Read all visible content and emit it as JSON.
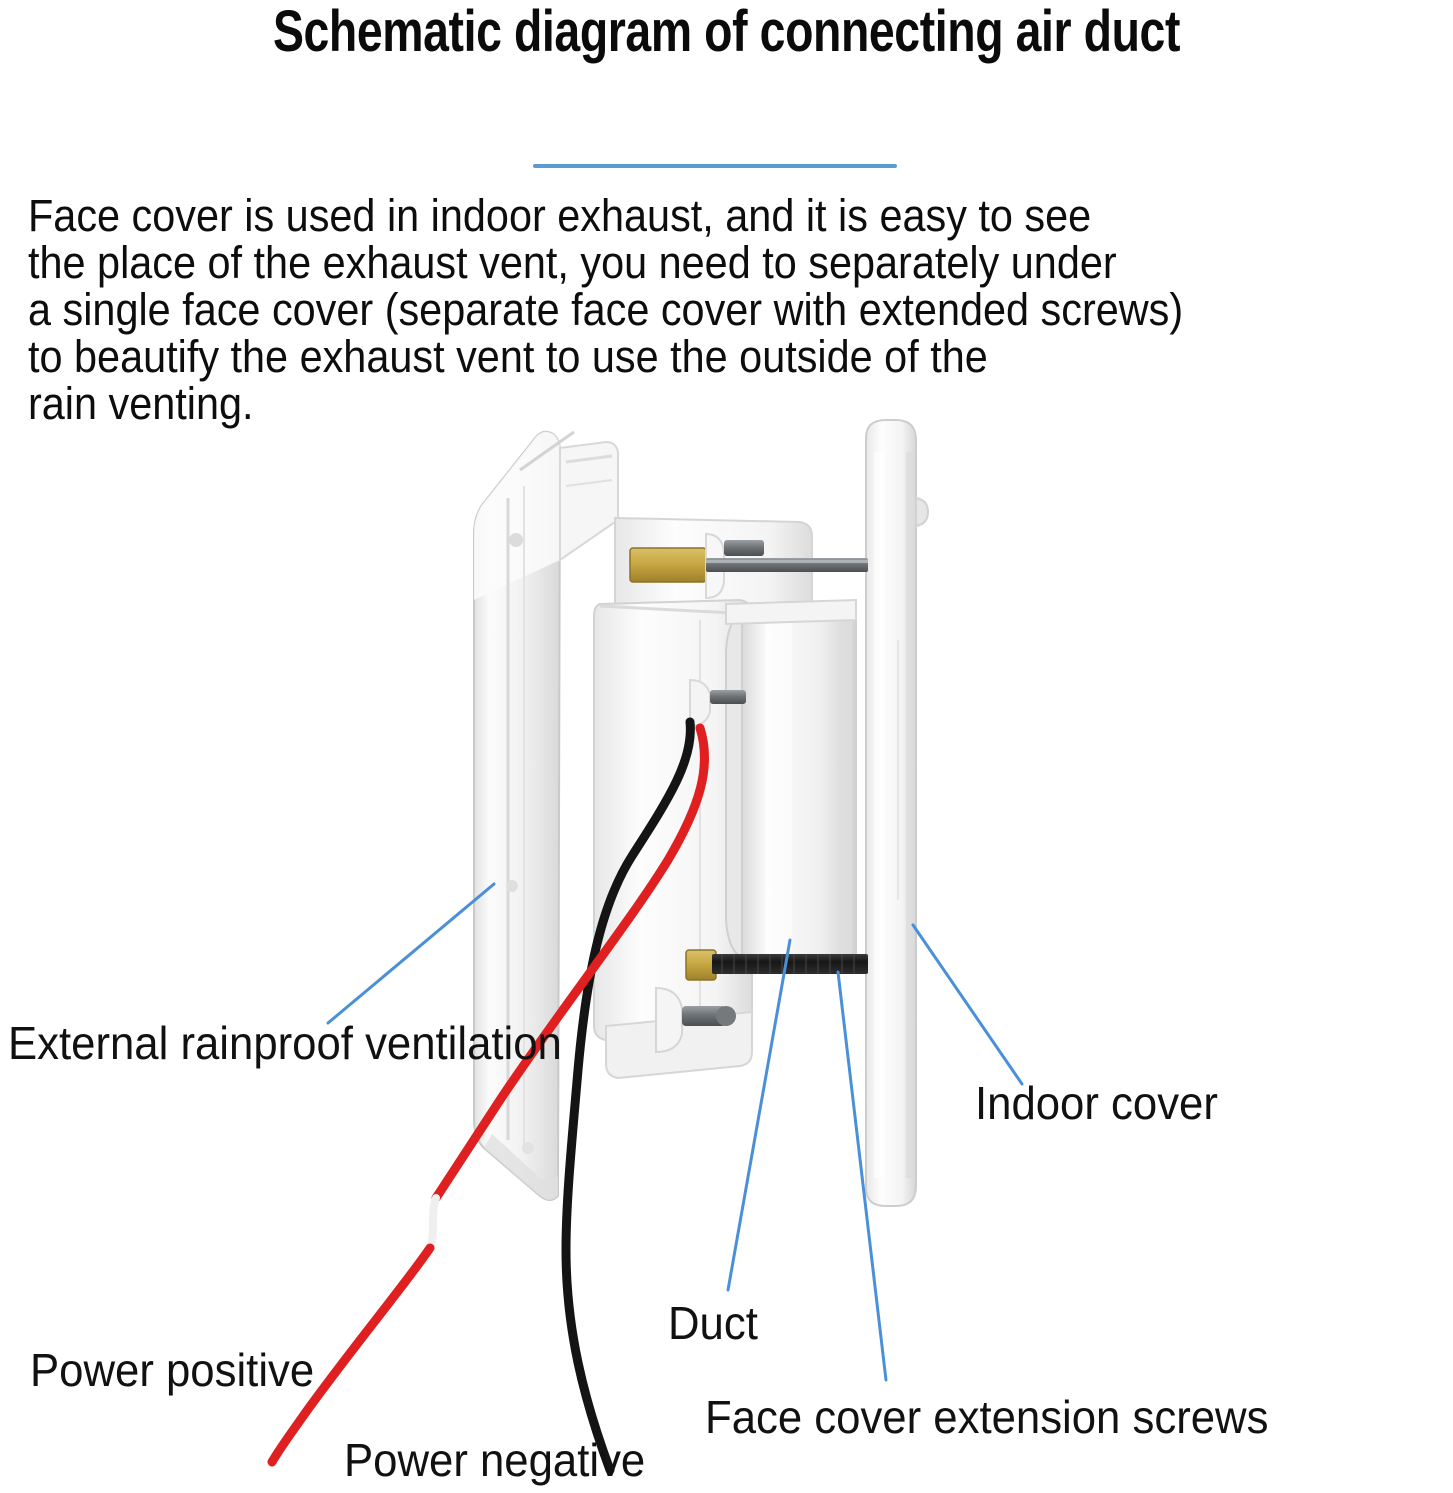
{
  "title": "Schematic diagram of connecting air duct",
  "intro_paragraph": "Face cover is used in indoor exhaust, and it is easy to see\nthe place of the exhaust vent, you need to separately under\na single face cover (separate face cover with extended screws)\nto beautify the exhaust vent to use the outside of the\nrain venting.",
  "callouts": {
    "external": "External rainproof ventilation",
    "indoor": "Indoor cover",
    "duct": "Duct",
    "power_positive": "Power positive",
    "power_negative": "Power negative",
    "face_cover_screws": "Face cover extension screws"
  },
  "colors": {
    "accent_blue": "#5b9bd5",
    "leader_line_blue": "#4a90d9",
    "title_text": "#0b0b0b",
    "body_text": "#0d0d0d",
    "label_text": "#111111",
    "background": "#ffffff",
    "plastic_white": "#f3f3f3",
    "plastic_shadow": "#cfcfcf",
    "brass": "#c8a843",
    "metal_rod": "#6f7376",
    "threaded_rod": "#1c1c1c",
    "wire_positive": "#e02020",
    "wire_negative": "#141414"
  }
}
